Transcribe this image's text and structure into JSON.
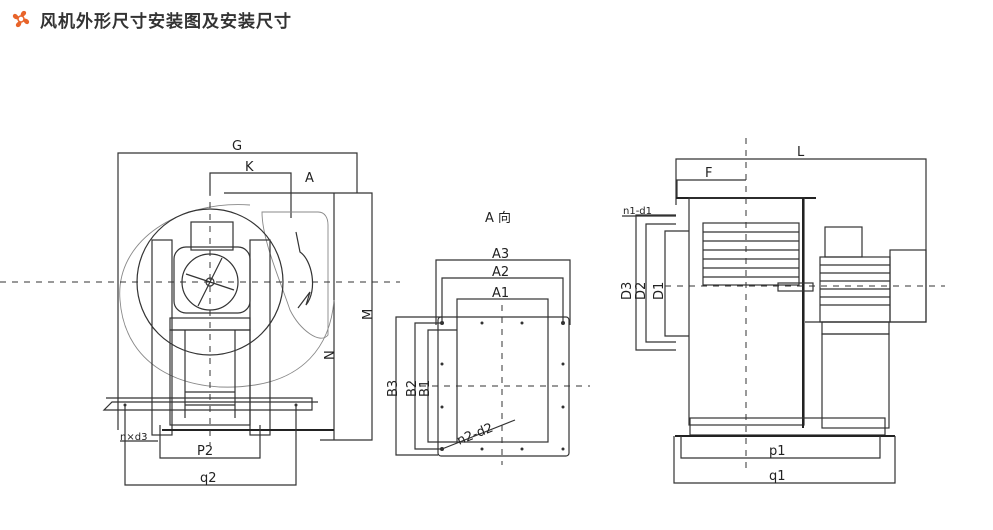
{
  "header": {
    "title": "风机外形尺寸安装图及安装尺寸",
    "icon": "fan-icon",
    "accent_color": "#E8642A"
  },
  "front_view": {
    "labels": {
      "G": "G",
      "K": "K",
      "A": "A",
      "M": "M",
      "N": "N",
      "P2": "P2",
      "q2": "q2",
      "nxd3": "n×d3"
    }
  },
  "a_view": {
    "title": "A 向",
    "labels": {
      "A1": "A1",
      "A2": "A2",
      "A3": "A3",
      "B1": "B1",
      "B2": "B2",
      "B3": "B3",
      "n2d2": "n2-d2"
    }
  },
  "side_view": {
    "labels": {
      "L": "L",
      "F": "F",
      "n1d1": "n1-d1",
      "D1": "D1",
      "D2": "D2",
      "D3": "D3",
      "p1": "p1",
      "q1": "q1"
    }
  }
}
